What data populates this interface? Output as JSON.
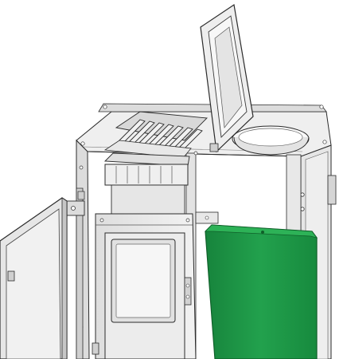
{
  "illustration": {
    "subject": "boiler-cabinet-cutaway",
    "palette": {
      "background": "#ffffff",
      "panel": "#e9e9e9",
      "panel_light": "#f4f4f4",
      "panel_dark": "#c9c9c9",
      "outline": "#2b2b2b",
      "screw": "#555555",
      "green_panel": "#1e9a47",
      "green_panel_dark": "#137a35",
      "green_panel_light": "#2db257"
    },
    "parts": [
      "cabinet-frame",
      "open-hopper-lid",
      "hopper-opening",
      "heat-exchanger-fins",
      "flue-collector",
      "front-door-open",
      "inner-panel",
      "inspection-window-frame",
      "door-hinges",
      "green-insulation-panel",
      "right-side-panel",
      "left-side-panel"
    ]
  }
}
